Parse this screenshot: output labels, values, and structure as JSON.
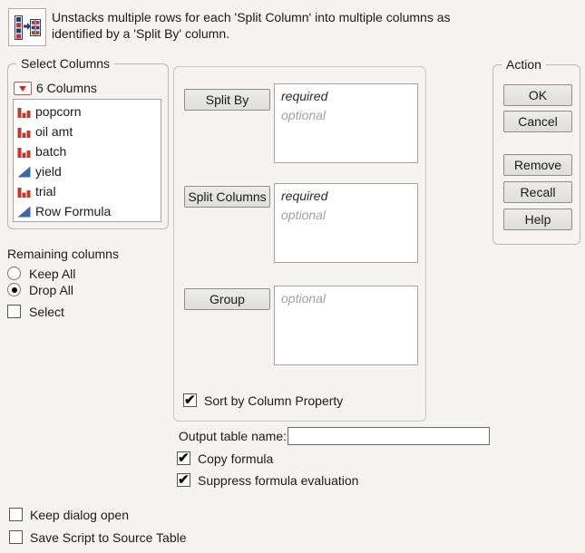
{
  "header": {
    "icon": "split-table-icon",
    "description_line1": "Unstacks multiple rows for each 'Split Column' into multiple columns as",
    "description_line2": "identified by a 'Split By' column."
  },
  "select_columns": {
    "title": "Select Columns",
    "menu_icon": "red-dropdown-triangle",
    "count_label": "6 Columns",
    "items": [
      {
        "label": "popcorn",
        "type_icon": "nominal-red-bars"
      },
      {
        "label": "oil amt",
        "type_icon": "nominal-red-bars"
      },
      {
        "label": "batch",
        "type_icon": "nominal-red-bars"
      },
      {
        "label": "yield",
        "type_icon": "continuous-blue-triangle"
      },
      {
        "label": "trial",
        "type_icon": "nominal-red-bars"
      },
      {
        "label": "Row Formula",
        "type_icon": "continuous-blue-triangle"
      }
    ]
  },
  "remaining_columns": {
    "title": "Remaining columns",
    "keep_all": {
      "label": "Keep All",
      "selected": false
    },
    "drop_all": {
      "label": "Drop All",
      "selected": true
    },
    "select_checkbox": {
      "label": "Select",
      "checked": false
    }
  },
  "cast_panel": {
    "split_by": {
      "button": "Split By",
      "line1": "required",
      "line2": "optional"
    },
    "split_columns": {
      "button": "Split Columns",
      "line1": "required",
      "line2": "optional"
    },
    "group": {
      "button": "Group",
      "line1": "optional"
    },
    "sort_checkbox": {
      "label": "Sort by Column Property",
      "checked": true
    }
  },
  "action": {
    "title": "Action",
    "buttons": [
      "OK",
      "Cancel",
      "Remove",
      "Recall",
      "Help"
    ]
  },
  "output": {
    "label": "Output table name:",
    "value": "",
    "copy_formula": {
      "label": "Copy formula",
      "checked": true
    },
    "suppress": {
      "label": "Suppress formula evaluation",
      "checked": true
    }
  },
  "footer": {
    "keep_dialog": {
      "label": "Keep dialog open",
      "checked": false
    },
    "save_script": {
      "label": "Save Script to Source Table",
      "checked": false
    }
  },
  "colors": {
    "background": "#f5f4f2",
    "nominal_icon_red": "#c0392b",
    "continuous_icon_blue": "#3a67a5",
    "icon_navy": "#2a3f63",
    "dropdown_triangle_red": "#ce2a21"
  }
}
